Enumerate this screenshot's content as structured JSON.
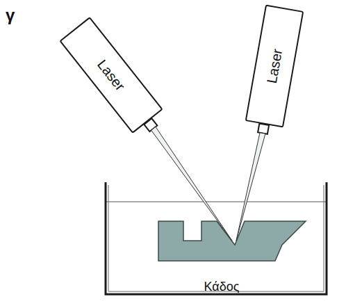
{
  "diagram": {
    "nodes": [
      {
        "text": [
          "Laser"
        ]
      },
      {
        "text": [
          "Laser"
        ]
      },
      {
        "text": [
          "Κάδος"
        ]
      }
    ],
    "labels": [
      "γ"
    ]
  }
}
